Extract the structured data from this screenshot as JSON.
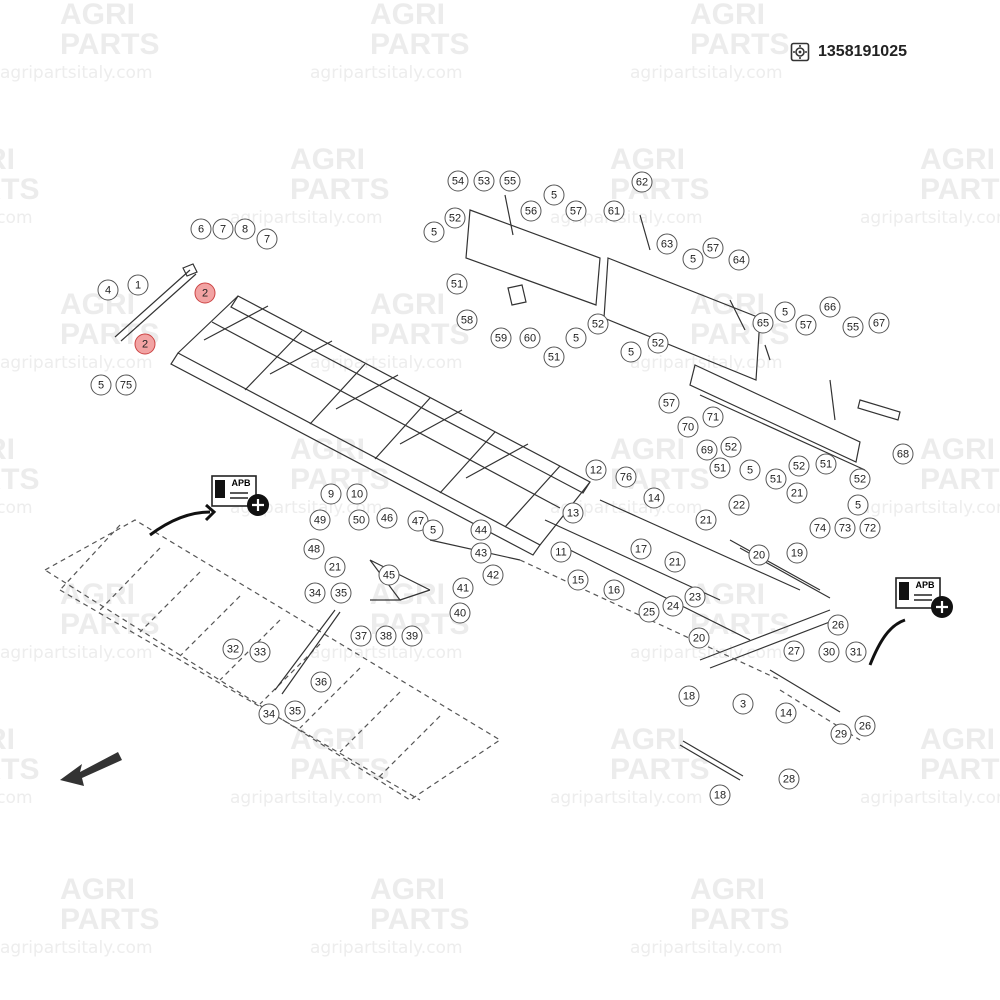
{
  "watermark": {
    "line1": "AGRI",
    "line2": "PARTS",
    "url": "agripartsitaly.com"
  },
  "header": {
    "code": "1358191025",
    "code_icon": "gear-box-icon"
  },
  "diagram": {
    "highlight_color": "#f2a3a3",
    "apb_label": "APB",
    "apb_icon": "add-document-icon",
    "direction_icon": "direction-arrow-icon",
    "parts": [
      {
        "num": "1"
      },
      {
        "num": "2",
        "highlight": true
      },
      {
        "num": "2",
        "highlight": true
      },
      {
        "num": "3"
      },
      {
        "num": "4"
      },
      {
        "num": "5"
      },
      {
        "num": "6"
      },
      {
        "num": "7"
      },
      {
        "num": "7"
      },
      {
        "num": "8"
      },
      {
        "num": "9"
      },
      {
        "num": "10"
      },
      {
        "num": "11"
      },
      {
        "num": "12"
      },
      {
        "num": "13"
      },
      {
        "num": "14"
      },
      {
        "num": "14"
      },
      {
        "num": "15"
      },
      {
        "num": "16"
      },
      {
        "num": "17"
      },
      {
        "num": "18"
      },
      {
        "num": "18"
      },
      {
        "num": "19"
      },
      {
        "num": "20"
      },
      {
        "num": "20"
      },
      {
        "num": "21"
      },
      {
        "num": "21"
      },
      {
        "num": "21"
      },
      {
        "num": "21"
      },
      {
        "num": "22"
      },
      {
        "num": "23"
      },
      {
        "num": "24"
      },
      {
        "num": "25"
      },
      {
        "num": "26"
      },
      {
        "num": "26"
      },
      {
        "num": "27"
      },
      {
        "num": "28"
      },
      {
        "num": "29"
      },
      {
        "num": "30"
      },
      {
        "num": "31"
      },
      {
        "num": "32"
      },
      {
        "num": "33"
      },
      {
        "num": "34"
      },
      {
        "num": "34"
      },
      {
        "num": "35"
      },
      {
        "num": "35"
      },
      {
        "num": "36"
      },
      {
        "num": "37"
      },
      {
        "num": "38"
      },
      {
        "num": "39"
      },
      {
        "num": "40"
      },
      {
        "num": "41"
      },
      {
        "num": "42"
      },
      {
        "num": "43"
      },
      {
        "num": "44"
      },
      {
        "num": "45"
      },
      {
        "num": "46"
      },
      {
        "num": "47"
      },
      {
        "num": "48"
      },
      {
        "num": "49"
      },
      {
        "num": "50"
      },
      {
        "num": "51"
      },
      {
        "num": "51"
      },
      {
        "num": "51"
      },
      {
        "num": "51"
      },
      {
        "num": "51"
      },
      {
        "num": "52"
      },
      {
        "num": "52"
      },
      {
        "num": "52"
      },
      {
        "num": "52"
      },
      {
        "num": "52"
      },
      {
        "num": "52"
      },
      {
        "num": "53"
      },
      {
        "num": "54"
      },
      {
        "num": "55"
      },
      {
        "num": "55"
      },
      {
        "num": "56"
      },
      {
        "num": "57"
      },
      {
        "num": "57"
      },
      {
        "num": "57"
      },
      {
        "num": "57"
      },
      {
        "num": "58"
      },
      {
        "num": "59"
      },
      {
        "num": "60"
      },
      {
        "num": "61"
      },
      {
        "num": "62"
      },
      {
        "num": "63"
      },
      {
        "num": "64"
      },
      {
        "num": "65"
      },
      {
        "num": "66"
      },
      {
        "num": "67"
      },
      {
        "num": "68"
      },
      {
        "num": "69"
      },
      {
        "num": "70"
      },
      {
        "num": "71"
      },
      {
        "num": "72"
      },
      {
        "num": "73"
      },
      {
        "num": "74"
      },
      {
        "num": "75"
      },
      {
        "num": "76"
      },
      {
        "num": "5"
      },
      {
        "num": "5"
      },
      {
        "num": "5"
      },
      {
        "num": "5"
      },
      {
        "num": "5"
      },
      {
        "num": "5"
      },
      {
        "num": "5"
      },
      {
        "num": "5"
      },
      {
        "num": "5"
      }
    ]
  }
}
